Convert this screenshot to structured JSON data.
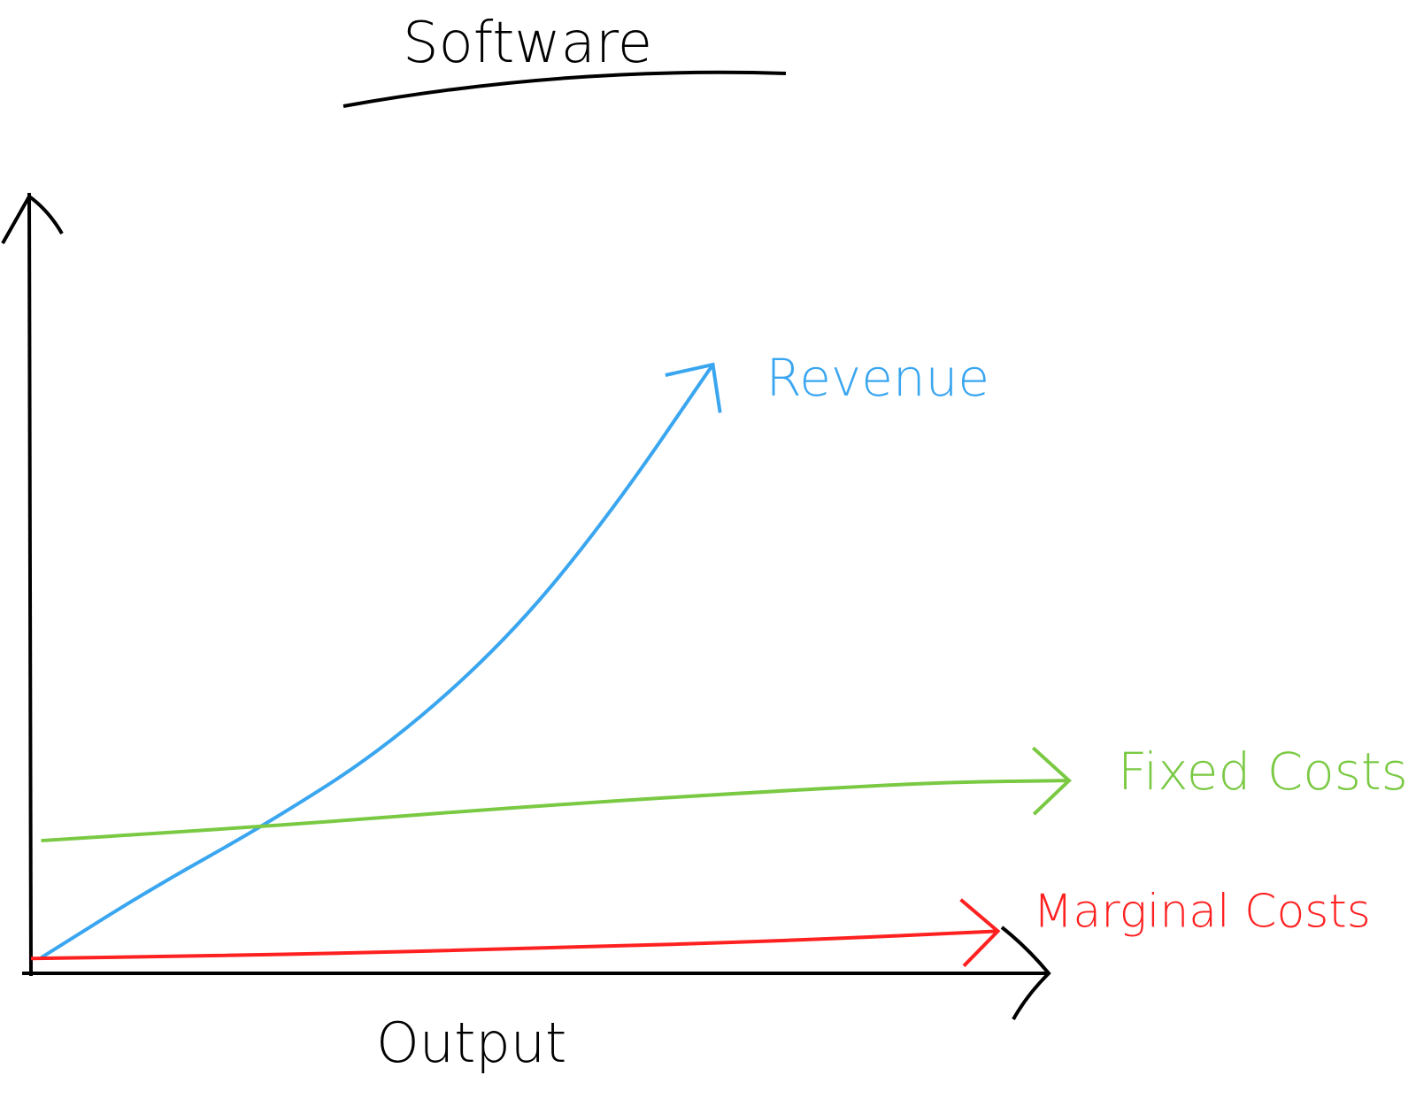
{
  "chart_data": {
    "type": "line",
    "title": "Software",
    "xlabel": "Output",
    "ylabel": "",
    "xlim": [
      0,
      100
    ],
    "ylim": [
      0,
      100
    ],
    "grid": false,
    "legend": "inline-labels at line ends",
    "series": [
      {
        "name": "Revenue",
        "color": "#3aa6f0",
        "x": [
          1,
          12,
          23,
          35,
          47,
          57,
          67
        ],
        "y": [
          2,
          11,
          19,
          29,
          43,
          59,
          78
        ]
      },
      {
        "name": "Fixed Costs",
        "color": "#7ac943",
        "x": [
          1,
          25,
          50,
          75,
          90,
          102
        ],
        "y": [
          17,
          19,
          21.5,
          23.5,
          24.5,
          24.7
        ]
      },
      {
        "name": "Marginal Costs",
        "color": "#ff2020",
        "x": [
          0,
          25,
          50,
          75,
          95
        ],
        "y": [
          1.9,
          2.4,
          3.2,
          4.2,
          5.4
        ]
      }
    ]
  }
}
